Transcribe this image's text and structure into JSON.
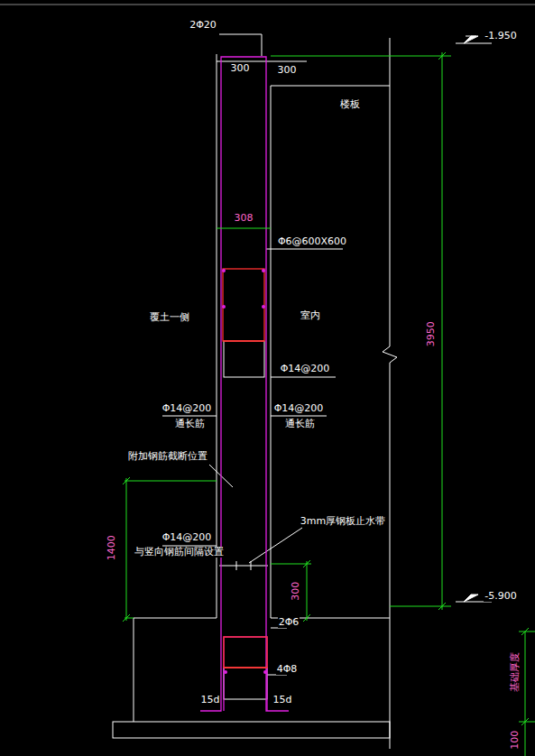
{
  "diagram": {
    "labels": [
      "2Φ20",
      "300",
      "300",
      "-1.950",
      "楼板",
      "308",
      "Φ6@600X600",
      "3950",
      "Φ14@200",
      "覆土一侧",
      "室内",
      "Φ14@200",
      "通长筋",
      "Φ14@200",
      "通长筋",
      "附加钢筋截断位置",
      "1400",
      "Φ14@200",
      "与竖向钢筋间隔设置",
      "3mm厚钢板止水带",
      "300",
      "-5.900",
      "2Φ6",
      "4Φ8",
      "15d",
      "15d",
      "基础厚度",
      "100"
    ]
  }
}
